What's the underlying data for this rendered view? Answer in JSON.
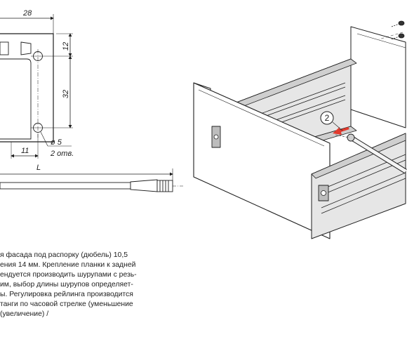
{
  "dimensions": {
    "width": "28",
    "top_gap": "12",
    "hole_spacing": "32",
    "hole_offset": "11",
    "hole_diameter": "ø 5",
    "hole_count": "2 отв.",
    "length": "L"
  },
  "callout": "2",
  "note_lines": [
    "я фасада под распорку (дюбель) 10,5",
    "ения 14 мм. Крепление планки к задней",
    "ендуется производить шурупами с резь-",
    "им, выбор длины шурупов определяет-",
    "ы. Регулировка рейлинга производится",
    "танги по часовой стрелке (уменьшение",
    " (увеличение) /"
  ],
  "colors": {
    "line": "#1e1e1e",
    "rail_fill": "#d9d9d9",
    "arrow": "#e23a2d",
    "panel_fill": "#ffffff"
  }
}
